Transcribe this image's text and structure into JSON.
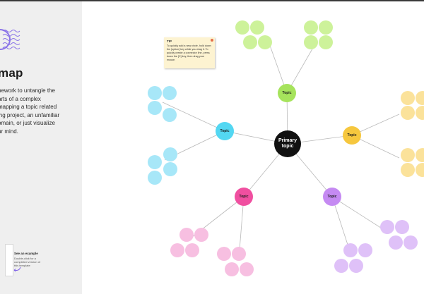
{
  "sidebar": {
    "title": "map",
    "description_lines": [
      "nework to untangle the",
      "arts of a complex",
      "mapping a topic related",
      "ing project, an unfamiliar",
      "omain, or just visualize",
      "ur mind."
    ],
    "example_title": "See an example",
    "example_desc": "Double-click for a completed version of this template"
  },
  "tip": {
    "title": "TIP",
    "body": "To quickly add a new circle, hold down the [option] key while you drag it. To quickly create a connector line, press down the [C] key, then drag your mouse."
  },
  "map": {
    "primary_label_line1": "Primary",
    "primary_label_line2": "topic",
    "topic_label": "Topic",
    "colors": {
      "primary": "#111111",
      "green": "#a6e35c",
      "green_light": "#cdf29a",
      "yellow": "#f6c73e",
      "yellow_light": "#fbe29a",
      "blue": "#53d7f2",
      "blue_light": "#a7e7f8",
      "pink": "#f04fa0",
      "pink_light": "#f7bfe1",
      "purple": "#c58af2",
      "purple_light": "#dfc1f8",
      "line": "#b9b9b9"
    }
  }
}
